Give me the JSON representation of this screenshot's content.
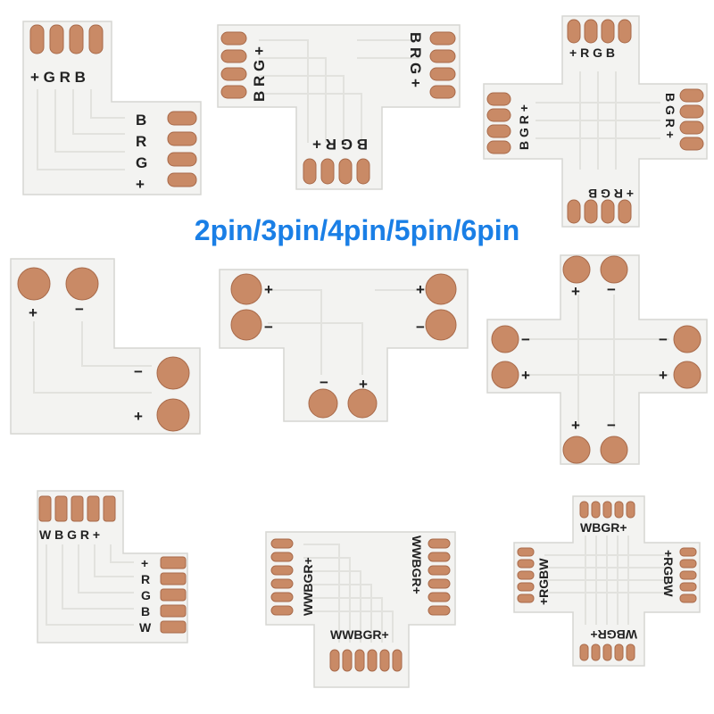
{
  "headline": "2pin/3pin/4pin/5pin/6pin",
  "colors": {
    "pcb": "#f3f3f1",
    "pad": "#c98a66",
    "text": "#222222",
    "headline": "#1a7fe6"
  },
  "labels": {
    "r1_l_top": "+ G R B",
    "r1_l_side": [
      "B",
      "R",
      "G",
      "+"
    ],
    "r1_t_left": "B R G +",
    "r1_t_right": "B R G +",
    "r1_t_bottom": "B G R +",
    "r1_x_top": "+ R G B",
    "r1_x_left": "B G R +",
    "r1_x_right": "B G R +",
    "r1_x_bottom": "+ R G B",
    "r2_plus": "+",
    "r2_minus": "−",
    "r3_l_top": "W B G R +",
    "r3_l_side": [
      "+",
      "R",
      "G",
      "B",
      "W"
    ],
    "r3_t_left": "WWBGR+",
    "r3_t_right": "WWBGR+",
    "r3_t_bottom": "WWBGR+",
    "r3_x_top": "WBGR+",
    "r3_x_left": "+RGBW",
    "r3_x_right": "+RGBW",
    "r3_x_bottom": "WBGR+"
  }
}
